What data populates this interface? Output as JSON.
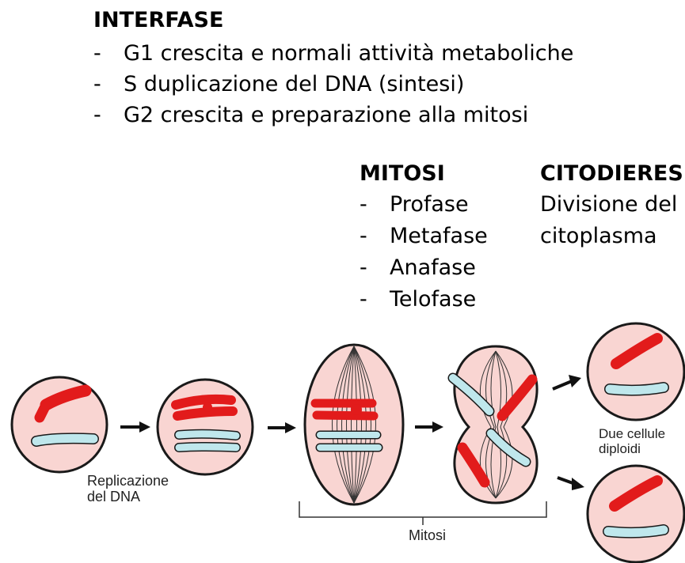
{
  "interfase": {
    "title": "INTERFASE",
    "items": [
      {
        "dash": "-",
        "text": "G1 crescita e normali attività metaboliche"
      },
      {
        "dash": "-",
        "text": "S duplicazione del DNA (sintesi)"
      },
      {
        "dash": "-",
        "text": "G2 crescita e preparazione alla mitosi"
      }
    ]
  },
  "mitosi": {
    "title": "MITOSI",
    "items": [
      {
        "dash": "-",
        "text": "Profase"
      },
      {
        "dash": "-",
        "text": "Metafase"
      },
      {
        "dash": "-",
        "text": "Anafase"
      },
      {
        "dash": "-",
        "text": "Telofase"
      }
    ]
  },
  "citodieresi": {
    "title": "CITODIERESI",
    "line1": "Divisione del",
    "line2": "citoplasma"
  },
  "labels": {
    "replicazione_1": "Replicazione",
    "replicazione_2": "del DNA",
    "mitosi": "Mitosi",
    "due_cellule_1": "Due cellule",
    "due_cellule_2": "diploidi"
  },
  "colors": {
    "cell_fill": "#f9d5d2",
    "cell_stroke": "#1a1a1a",
    "chromosome_red": "#e21b1b",
    "chromosome_blue": "#bfe7ec"
  }
}
